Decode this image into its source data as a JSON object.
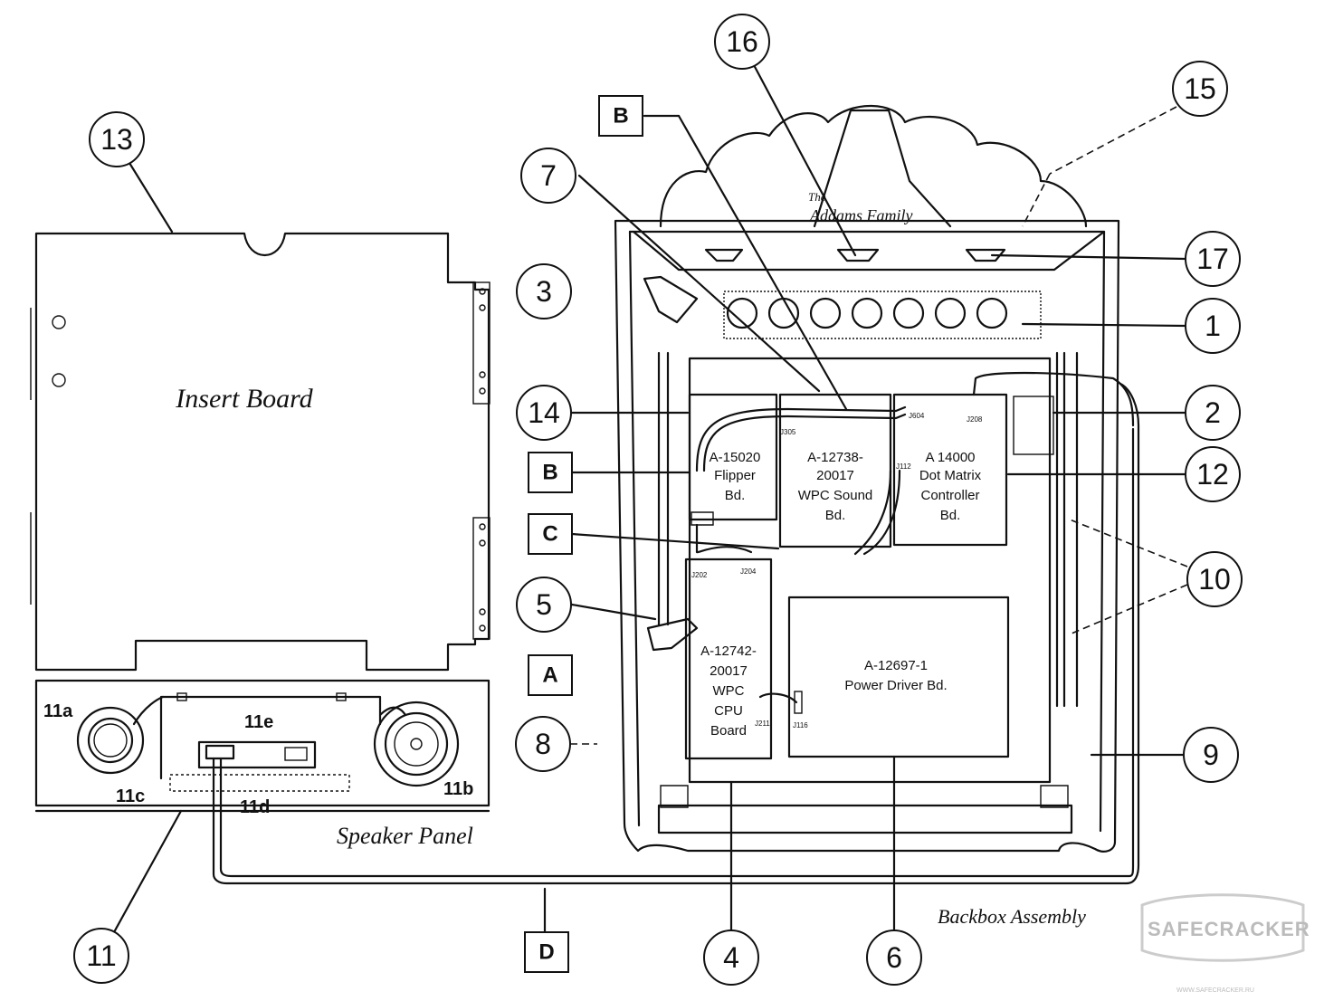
{
  "titles": {
    "insert_board": "Insert Board",
    "speaker_panel": "Speaker Panel",
    "backbox": "Backbox Assembly",
    "game_the": "The",
    "game_name": "Addams  Family"
  },
  "boards": {
    "flipper": [
      "A-15020",
      "Flipper",
      "Bd."
    ],
    "sound": [
      "A-12738-",
      "20017",
      "WPC Sound",
      "Bd."
    ],
    "dmd": [
      "A 14000",
      "Dot Matrix",
      "Controller",
      "Bd."
    ],
    "cpu": [
      "A-12742-",
      "20017",
      "WPC",
      "CPU",
      "Board"
    ],
    "power": [
      "A-12697-1",
      "Power Driver Bd."
    ]
  },
  "connectors": {
    "j305": "J305",
    "j604": "J604",
    "j208": "J208",
    "j202": "J202",
    "j204": "J204",
    "j211": "J211",
    "j116": "J116",
    "j112": "J112"
  },
  "callouts": {
    "c1": "1",
    "c2": "2",
    "c3": "3",
    "c4": "4",
    "c5": "5",
    "c6": "6",
    "c7": "7",
    "c8": "8",
    "c9": "9",
    "c10": "10",
    "c11": "11",
    "c12": "12",
    "c13": "13",
    "c14": "14",
    "c15": "15",
    "c16": "16",
    "c17": "17"
  },
  "letters": {
    "b_top": "B",
    "b_mid": "B",
    "c": "C",
    "a": "A",
    "d": "D"
  },
  "speaker_parts": {
    "a": "11a",
    "b": "11b",
    "c": "11c",
    "d": "11d",
    "e": "11e"
  },
  "watermark": {
    "brand": "SAFECRACKER",
    "url": "WWW.SAFECRACKER.RU"
  }
}
